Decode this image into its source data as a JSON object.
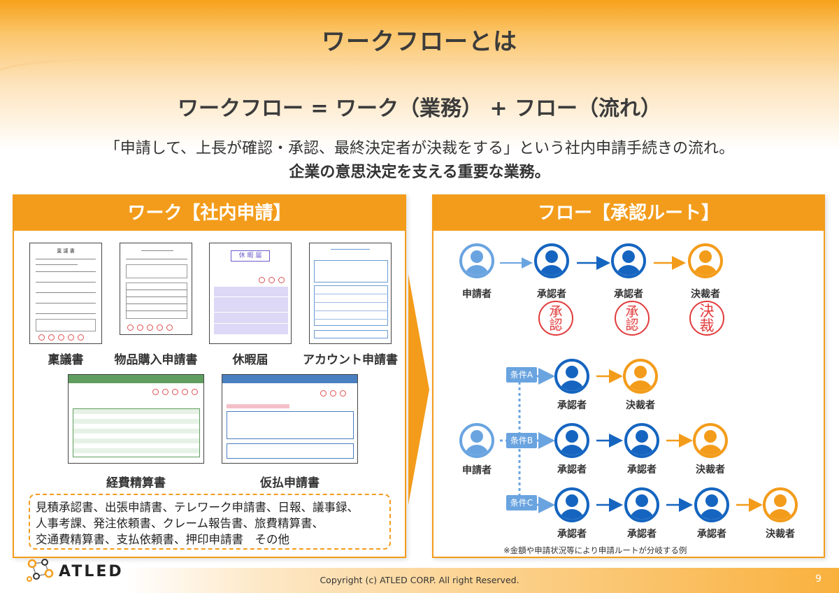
{
  "header": {
    "title": "ワークフローとは",
    "formula": "ワークフロー = ワーク（業務） + フロー（流れ）",
    "desc1": "「申請して、上長が確認・承認、最終決定者が決裁をする」という社内申請手続きの流れ。",
    "desc2": "企業の意思決定を支える重要な業務。"
  },
  "work": {
    "title": "ワーク【社内申請】",
    "docs": [
      "稟議書",
      "物品購入申請書",
      "休暇届",
      "アカウント申請書",
      "経費精算書",
      "仮払申請書"
    ],
    "doc_headers": [
      "稟 議 書",
      "休 暇 届"
    ],
    "others": [
      "見積承認書、出張申請書、テレワーク申請書、日報、議事録、",
      "人事考課、発注依頼書、クレーム報告書、旅費精算書、",
      "交通費精算書、支払依頼書、押印申請書　その他"
    ]
  },
  "flow": {
    "title": "フロー【承認ルート】",
    "applicant": "申請者",
    "approver": "承認者",
    "decider": "決裁者",
    "seals": [
      {
        "top": "承",
        "bottom": "認"
      },
      {
        "top": "承",
        "bottom": "認"
      },
      {
        "top": "決",
        "bottom": "裁"
      }
    ],
    "conditions": [
      "条件A",
      "条件B",
      "条件C"
    ],
    "note": "※金額や申請状況等により申請ルートが分岐する例"
  },
  "footer": {
    "logo": "ATLED",
    "copyright": "Copyright (c)  ATLED CORP. All right Reserved.",
    "page": "9"
  },
  "colors": {
    "accent": "#f39c1b",
    "blue": "#1565c0",
    "light_blue": "#6aa4e0",
    "seal_red": "#e23b3b"
  }
}
